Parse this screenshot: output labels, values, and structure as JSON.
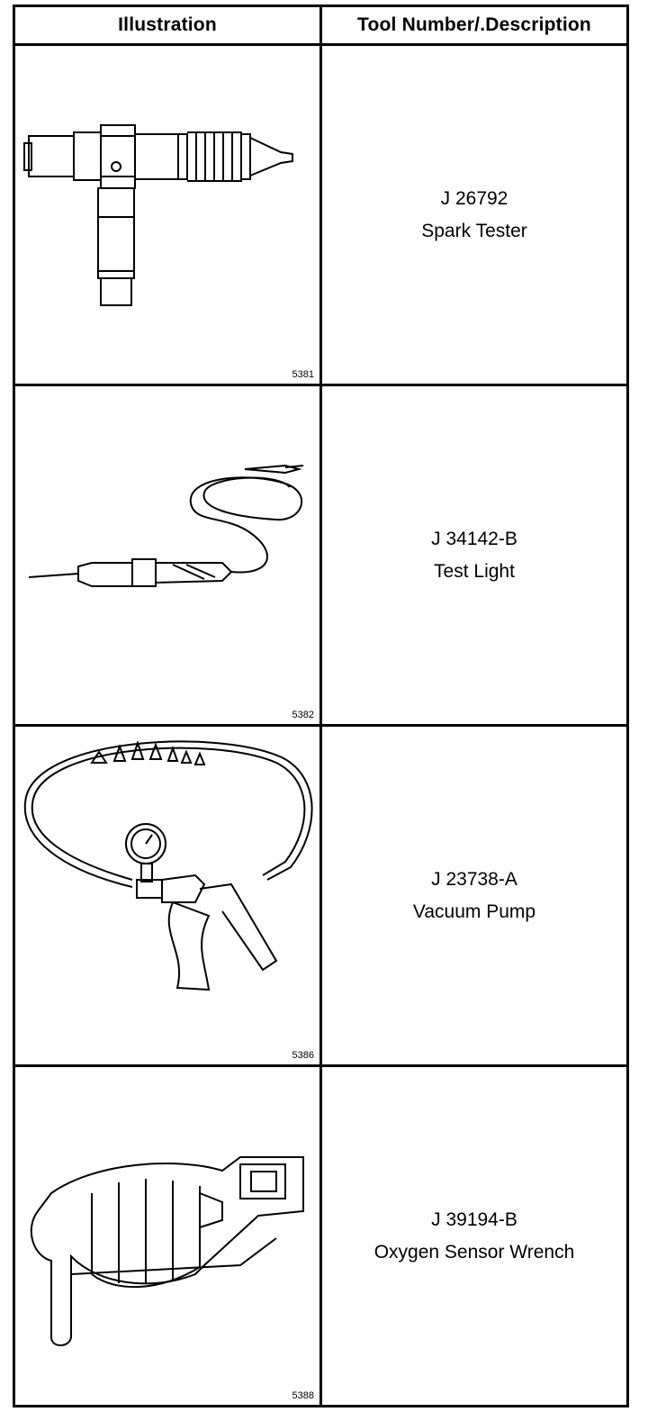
{
  "table": {
    "headers": {
      "illustration": "Illustration",
      "tool": "Tool Number/.Description"
    },
    "rows": [
      {
        "figure_number": "5381",
        "tool_number": "J 26792",
        "description": "Spark Tester",
        "icon": "spark-tester-icon"
      },
      {
        "figure_number": "5382",
        "tool_number": "J 34142-B",
        "description": "Test Light",
        "icon": "test-light-icon"
      },
      {
        "figure_number": "5386",
        "tool_number": "J 23738-A",
        "description": "Vacuum Pump",
        "icon": "vacuum-pump-icon"
      },
      {
        "figure_number": "5388",
        "tool_number": "J 39194-B",
        "description": "Oxygen Sensor Wrench",
        "icon": "oxygen-sensor-wrench-icon"
      }
    ]
  }
}
